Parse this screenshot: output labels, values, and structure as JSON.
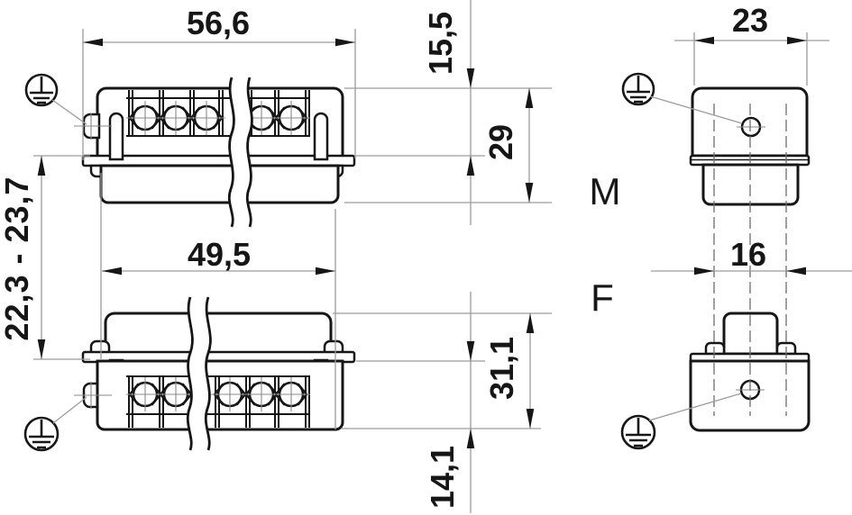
{
  "drawing": {
    "dimensions": {
      "flange_width": "56,6",
      "insert_width": "49,5",
      "mated_height_range": "22,3 - 23,7",
      "male_insert_height": "15,5",
      "male_overall_height": "29",
      "female_overall_height": "31,1",
      "female_insert_height": "14,1",
      "side_view_width": "23",
      "mounting_pitch": "16"
    },
    "view_labels": {
      "male": "M",
      "female": "F"
    },
    "icons": {
      "earth_ground": "earth-ground-icon"
    },
    "colors": {
      "background": "#ffffff",
      "outline": "#161616",
      "dimension_lines": "#9c9c9c",
      "text": "#161616"
    }
  }
}
